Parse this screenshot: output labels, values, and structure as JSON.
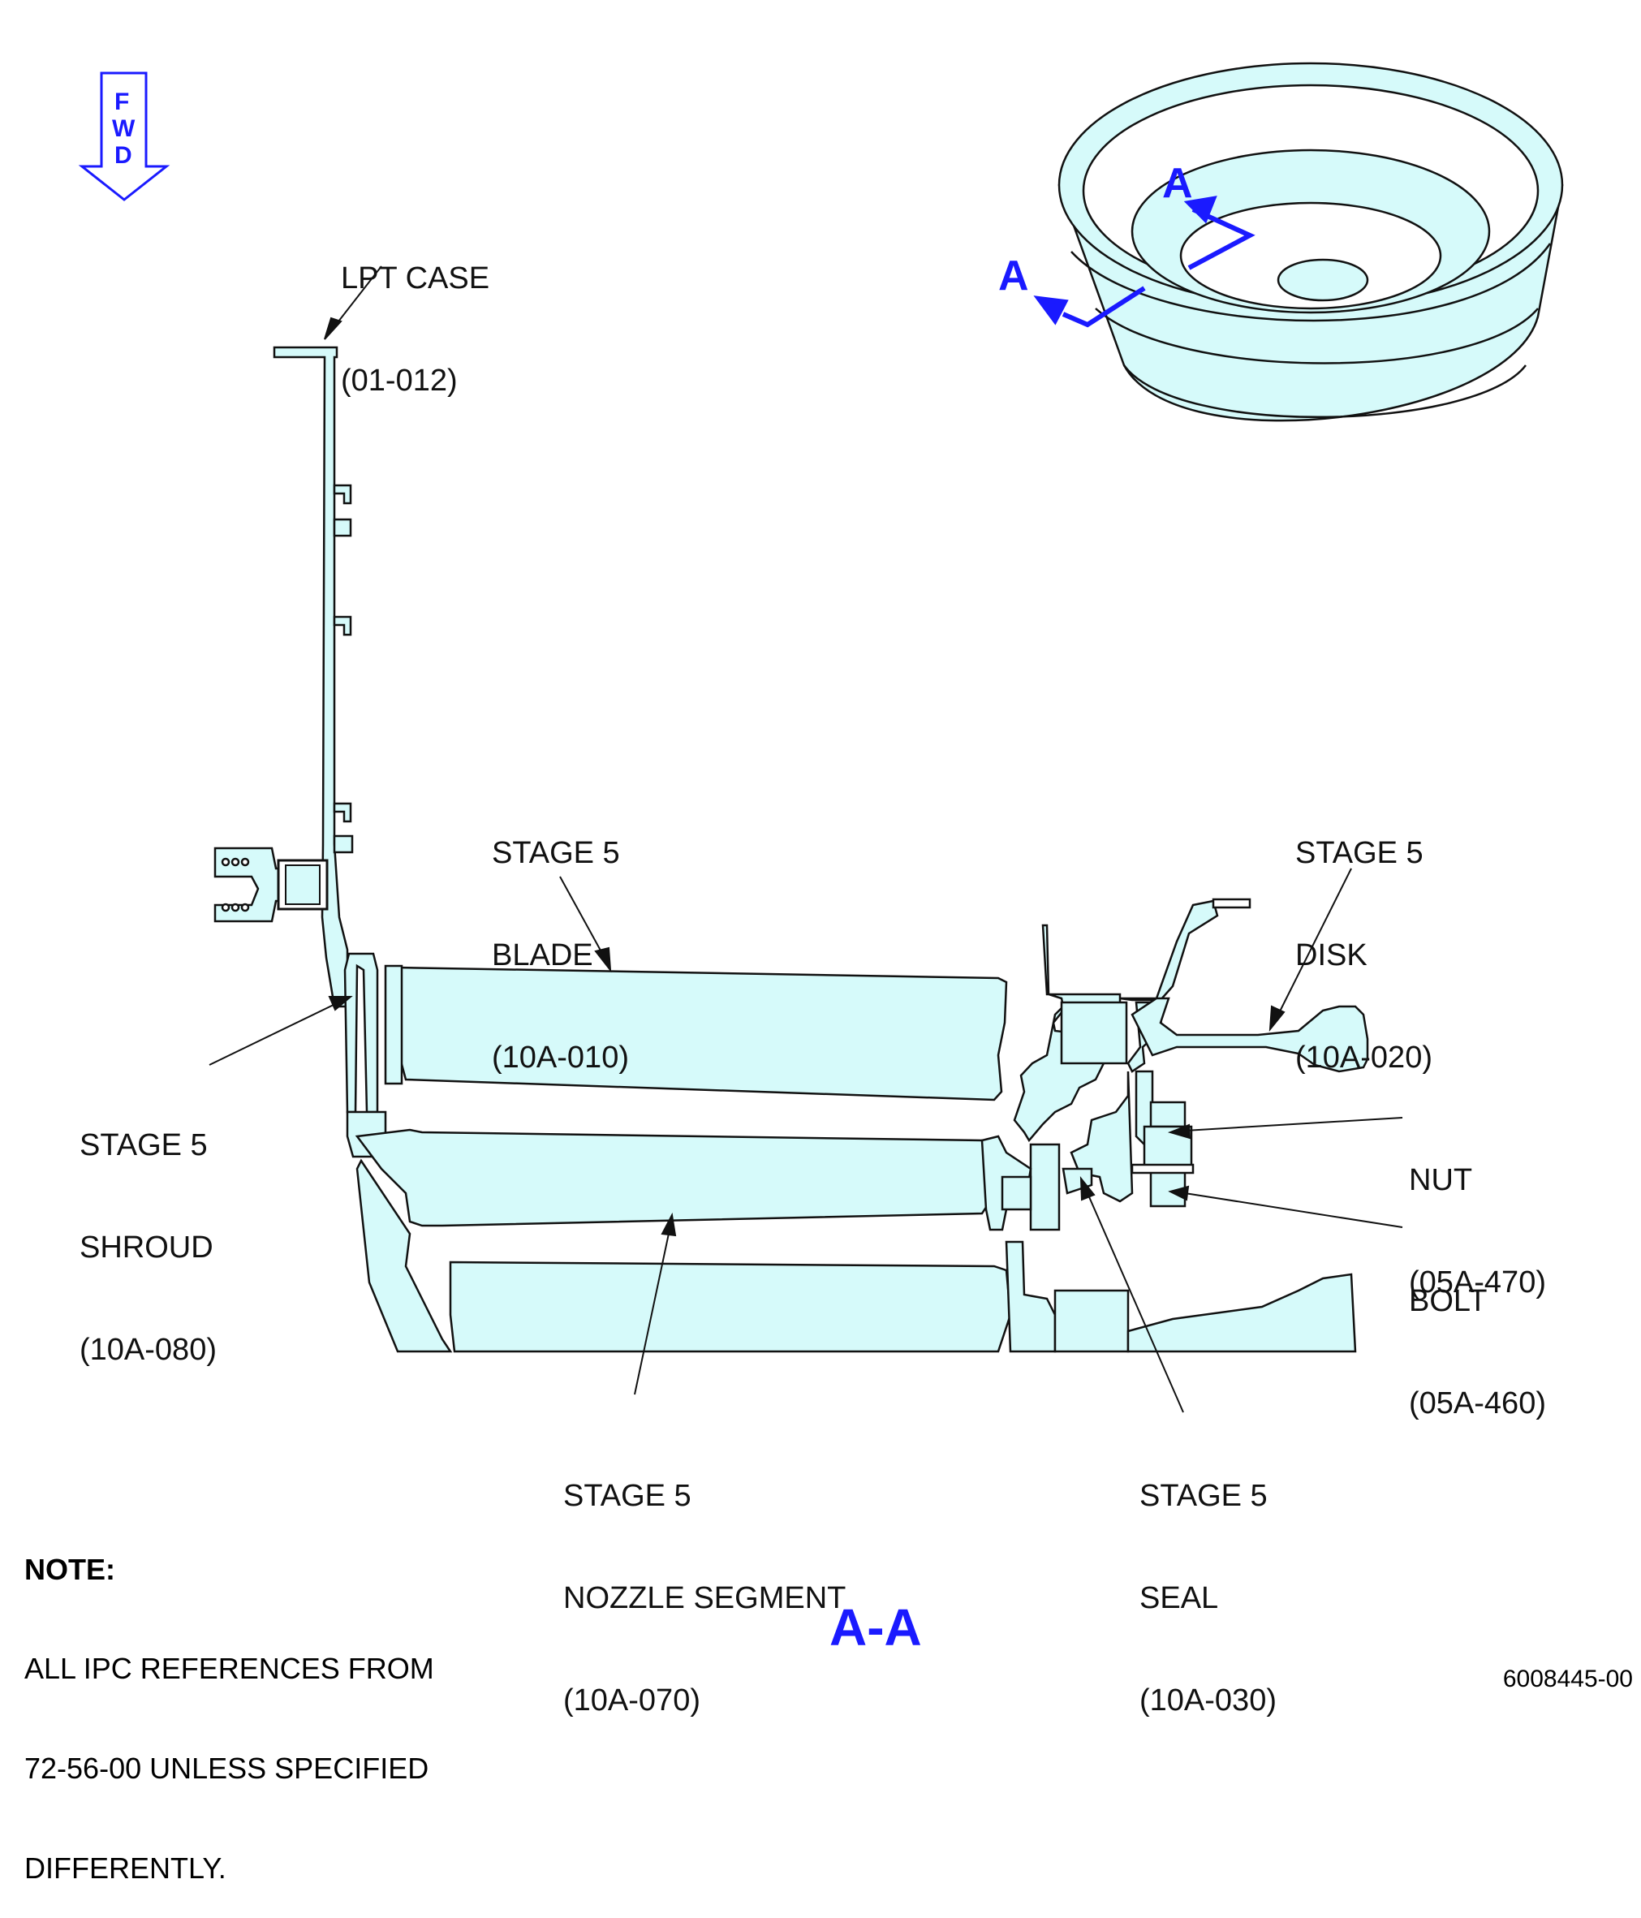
{
  "fwd_indicator": {
    "letters": [
      "F",
      "W",
      "D"
    ]
  },
  "callouts": {
    "lpt_case": {
      "name": "LPT CASE",
      "ref": "(01-012)"
    },
    "blade": {
      "stage": "STAGE 5",
      "name": "BLADE",
      "ref": "(10A-010)"
    },
    "disk": {
      "stage": "STAGE 5",
      "name": "DISK",
      "ref": "(10A-020)"
    },
    "shroud": {
      "stage": "STAGE 5",
      "name": "SHROUD",
      "ref": "(10A-080)"
    },
    "nut": {
      "name": "NUT",
      "ref": "(05A-470)"
    },
    "bolt": {
      "name": "BOLT",
      "ref": "(05A-460)"
    },
    "nozzle_segment": {
      "stage": "STAGE 5",
      "name": "NOZZLE SEGMENT",
      "ref": "(10A-070)"
    },
    "seal": {
      "stage": "STAGE 5",
      "name": "SEAL",
      "ref": "(10A-030)"
    }
  },
  "cut_markers": {
    "upper": "A",
    "lower": "A"
  },
  "note": {
    "title": "NOTE:",
    "lines": [
      "ALL IPC REFERENCES FROM",
      "72-56-00 UNLESS SPECIFIED",
      "DIFFERENTLY."
    ]
  },
  "section_title": "A-A",
  "figure_number": "6008445-00",
  "colors": {
    "part_fill": "#d6fafa",
    "accent_blue": "#1a1aff",
    "line": "#111111"
  }
}
